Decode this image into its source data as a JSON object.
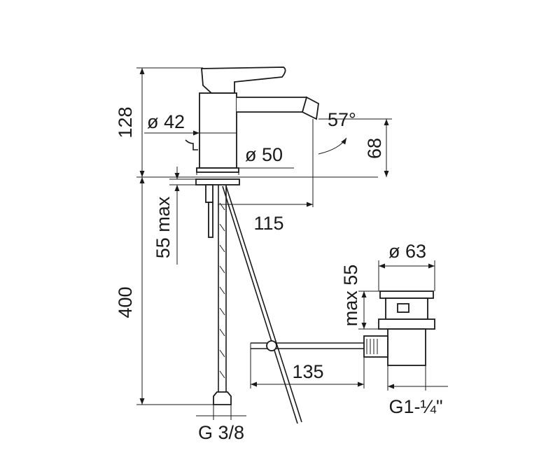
{
  "dimensions": {
    "height_total": "128",
    "body_diameter": "ø 42",
    "base_diameter": "ø 50",
    "spout_angle": "57°",
    "spout_height": "68",
    "spout_reach": "115",
    "deck_thickness": "55 max",
    "hose_length": "400",
    "waste_diameter": "ø 63",
    "waste_thickness": "max 55",
    "pull_rod_reach": "135",
    "hose_thread": "G 3/8",
    "waste_thread": "G1-¼\""
  }
}
